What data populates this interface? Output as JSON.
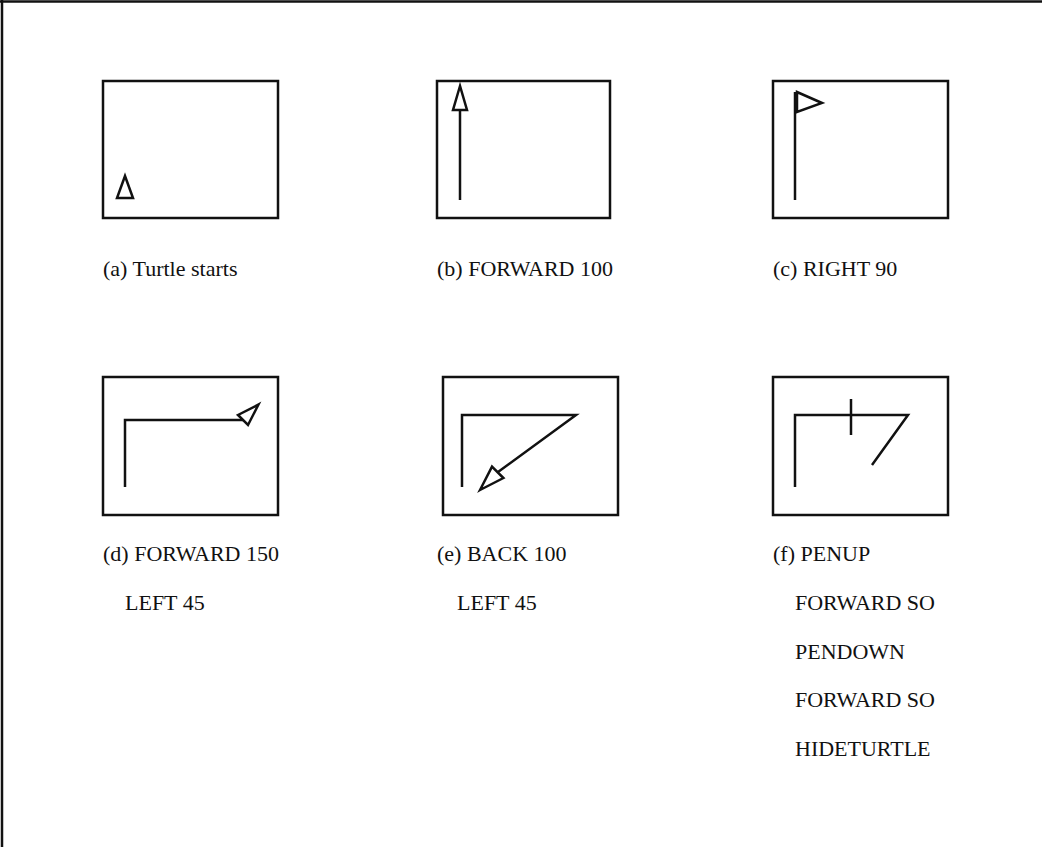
{
  "diagram": {
    "labels": [
      "(a) Turtle starts",
      "(b) FORWARD 100",
      "(c) RIGHT 90",
      "(d) FORWARD 150",
      "(e) BACK 100",
      "(f) PENUP",
      "LEFT 45",
      "LEFT 45",
      "FORWARD SO",
      "PENDOWN",
      "FORWARD SO",
      "HIDETURTLE"
    ]
  }
}
